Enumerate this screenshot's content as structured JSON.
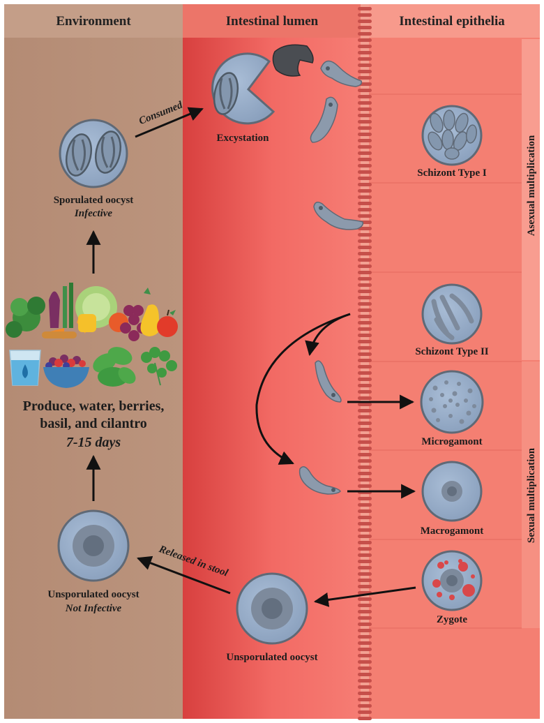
{
  "headers": {
    "environment": "Environment",
    "lumen": "Intestinal lumen",
    "epithelia": "Intestinal epithelia"
  },
  "side_labels": {
    "asexual": "Asexual multiplication",
    "sexual": "Sexual multiplication"
  },
  "stages": {
    "sporulated_title": "Sporulated oocyst",
    "sporulated_sub": "Infective",
    "produce_line1": "Produce, water, berries,",
    "produce_line2": "basil, and cilantro",
    "produce_days": "7-15 days",
    "unsporulated_env_title": "Unsporulated oocyst",
    "unsporulated_env_sub": "Not Infective",
    "excystation": "Excystation",
    "unsporulated_lumen": "Unsporulated oocyst",
    "schizont1": "Schizont Type I",
    "schizont2": "Schizont Type II",
    "microgamont": "Microgamont",
    "macrogamont": "Macrogamont",
    "zygote": "Zygote"
  },
  "arrow_labels": {
    "consumed": "Consumed",
    "released": "Released in stool"
  },
  "icons": [
    "water-glass-icon",
    "berry-bowl-icon",
    "basil-icon",
    "cilantro-icon",
    "vegetables-fruits-icon"
  ],
  "colors": {
    "environment": "#b89079",
    "lumen": "#e65a58",
    "epithelia": "#f48274",
    "parasite": "#92a8c4",
    "parasite_dark": "#5f6976"
  }
}
